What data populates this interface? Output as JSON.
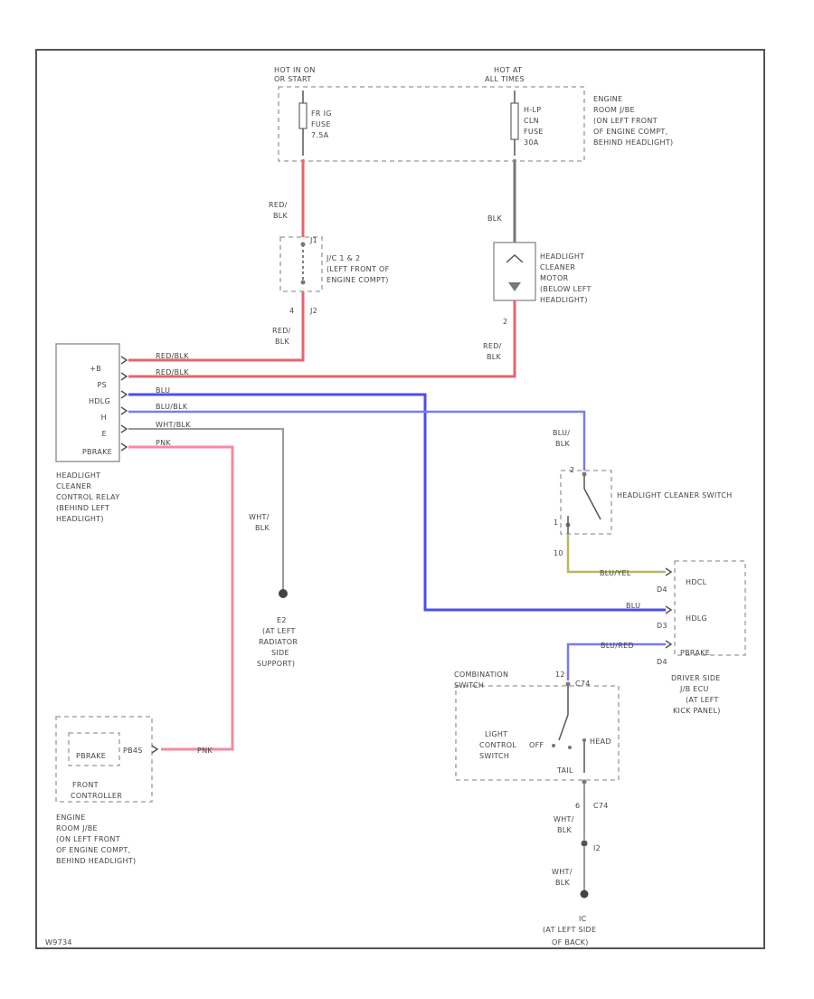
{
  "diagram": {
    "fuse_box": {
      "left_header": [
        "HOT IN ON",
        "OR START"
      ],
      "right_header": [
        "HOT AT",
        "ALL TIMES"
      ],
      "left_fuse": [
        "FR IG",
        "FUSE",
        "7.5A"
      ],
      "right_fuse": [
        "H-LP",
        "CLN",
        "FUSE",
        "30A"
      ],
      "location": [
        "ENGINE",
        "ROOM J/BE",
        "(ON LEFT FRONT",
        "OF ENGINE COMPT,",
        "BEHIND HEADLIGHT)"
      ]
    },
    "junction": {
      "label": [
        "J/C 1 & 2",
        "(LEFT FRONT OF",
        "ENGINE COMPT)"
      ],
      "pin_top": "J1",
      "pin_bottom": "J2",
      "pin_bottom_num": "4"
    },
    "motor": {
      "label": [
        "HEADLIGHT",
        "CLEANER",
        "MOTOR",
        "(BELOW LEFT",
        "HEADLIGHT)"
      ],
      "pin": "2"
    },
    "wire_labels": {
      "red_blk_top_a": "RED/",
      "red_blk_top_b": "BLK",
      "red_blk_mid_a": "RED/",
      "red_blk_mid_b": "BLK",
      "red_blk_right_a": "RED/",
      "red_blk_right_b": "BLK",
      "blk_motor": "BLK",
      "relay_w1": "RED/BLK",
      "relay_w2": "RED/BLK",
      "relay_w3": "BLU",
      "relay_w4": "BLU/BLK",
      "relay_w5": "WHT/BLK",
      "relay_w6": "PNK",
      "wht_blk_a": "WHT/",
      "wht_blk_b": "BLK",
      "blu_blk_a": "BLU/",
      "blu_blk_b": "BLK",
      "blu_yel": "BLU/YEL",
      "blu": "BLU",
      "blu_red": "BLU/RED",
      "pnk": "PNK",
      "c74_a": "WHT/",
      "c74_b": "BLK",
      "gnd_a": "WHT/",
      "gnd_b": "BLK"
    },
    "relay": {
      "pins": [
        "+B",
        "PS",
        "HDLG",
        "H",
        "E",
        "PBRAKE"
      ],
      "label": [
        "HEADLIGHT",
        "CLEANER",
        "CONTROL RELAY",
        "(BEHIND LEFT",
        "HEADLIGHT)"
      ]
    },
    "ground_e2": {
      "label": [
        "E2",
        "(AT LEFT",
        "RADIATOR",
        "SIDE",
        "SUPPORT)"
      ]
    },
    "cleaner_switch": {
      "label": "HEADLIGHT CLEANER SWITCH",
      "pin_top": "2",
      "pin_bottom": "1",
      "connector": "10"
    },
    "ecu": {
      "pins": [
        "HDCL",
        "HDLG",
        "PBRAKE"
      ],
      "conn": [
        "D4",
        "D3",
        "D4"
      ],
      "label": [
        "DRIVER SIDE",
        "J/B ECU",
        "(AT LEFT",
        "KICK PANEL)"
      ]
    },
    "combo": {
      "header": "COMBINATION SWITCH",
      "label": [
        "LIGHT",
        "CONTROL",
        "SWITCH"
      ],
      "off": "OFF",
      "head": "HEAD",
      "tail": "TAIL",
      "pin_top": "C74",
      "pin_bottom": "C74",
      "pin_top_num": "12",
      "pin_bottom_num": "6"
    },
    "ground_ic": {
      "junction": "I2",
      "label": [
        "IC",
        "(AT LEFT SIDE",
        "OF BACK)"
      ]
    },
    "front_controller": {
      "inner": "PBRAKE",
      "pin": "PB4S",
      "label": [
        "FRONT",
        "CONTROLLER"
      ],
      "location": [
        "ENGINE",
        "ROOM J/BE",
        "(ON LEFT FRONT",
        "OF ENGINE COMPT,",
        "BEHIND HEADLIGHT)"
      ]
    },
    "page_id": "W9734"
  }
}
